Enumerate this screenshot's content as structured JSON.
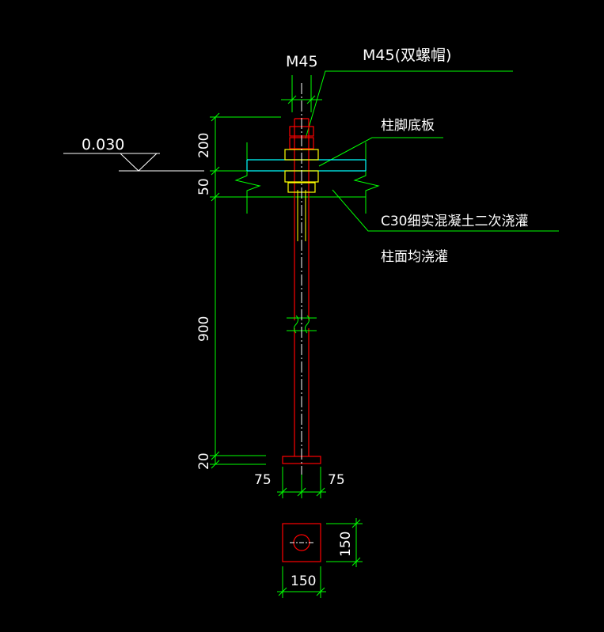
{
  "labels": {
    "bolt_size_dim": "M45",
    "bolt_note": "M45(双螺帽)",
    "base_plate": "柱脚底板",
    "grout_line1": "C30细实混凝土二次浇灌",
    "grout_line2": "柱面均浇灌",
    "elevation": "0.030"
  },
  "dimensions": {
    "d200": "200",
    "d50": "50",
    "d900": "900",
    "d20": "20",
    "d75_left": "75",
    "d75_right": "75",
    "d150_vertical": "150",
    "d150_horizontal": "150"
  },
  "colors": {
    "background": "#000000",
    "dimension": "#00ff00",
    "bolt": "#ff0000",
    "nut": "#ffff00",
    "plate": "#00ffff",
    "text": "#ffffff",
    "centerline": "#ffffff"
  }
}
